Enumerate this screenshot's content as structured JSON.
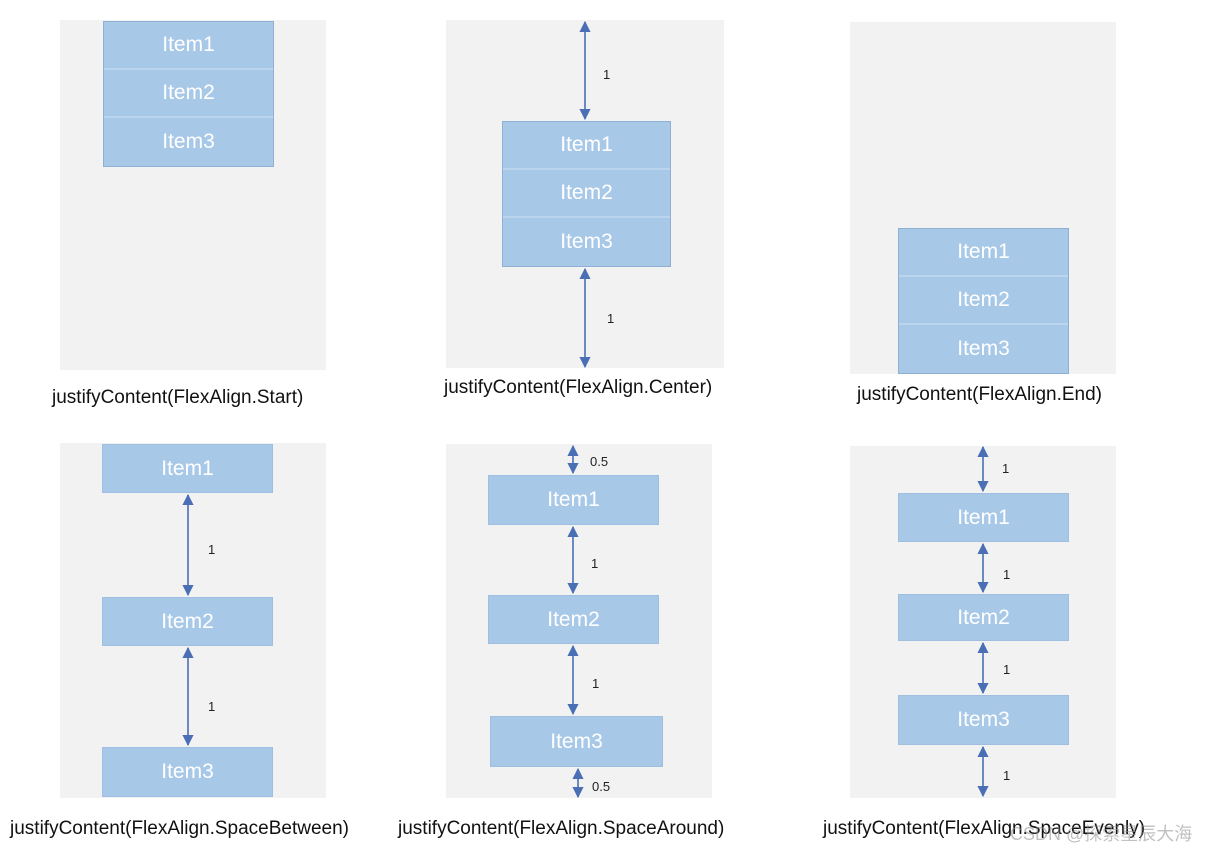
{
  "items": [
    "Item1",
    "Item2",
    "Item3"
  ],
  "captions": {
    "start": "justifyContent(FlexAlign.Start)",
    "center": "justifyContent(FlexAlign.Center)",
    "end": "justifyContent(FlexAlign.End)",
    "space_between": "justifyContent(FlexAlign.SpaceBetween)",
    "space_around": "justifyContent(FlexAlign.SpaceAround)",
    "space_evenly": "justifyContent(FlexAlign.SpaceEvenly)"
  },
  "gap_labels": {
    "center_top": "1",
    "center_bottom": "1",
    "between_1": "1",
    "between_2": "1",
    "around_top": "0.5",
    "around_1": "1",
    "around_2": "1",
    "around_bottom": "0.5",
    "evenly_top": "1",
    "evenly_1": "1",
    "evenly_2": "1",
    "evenly_bottom": "1"
  },
  "watermark": "CSDN @探索星辰大海",
  "colors": {
    "item": "#a8c8e8",
    "panel": "#f2f2f2",
    "arrow": "#4a6fb5"
  }
}
